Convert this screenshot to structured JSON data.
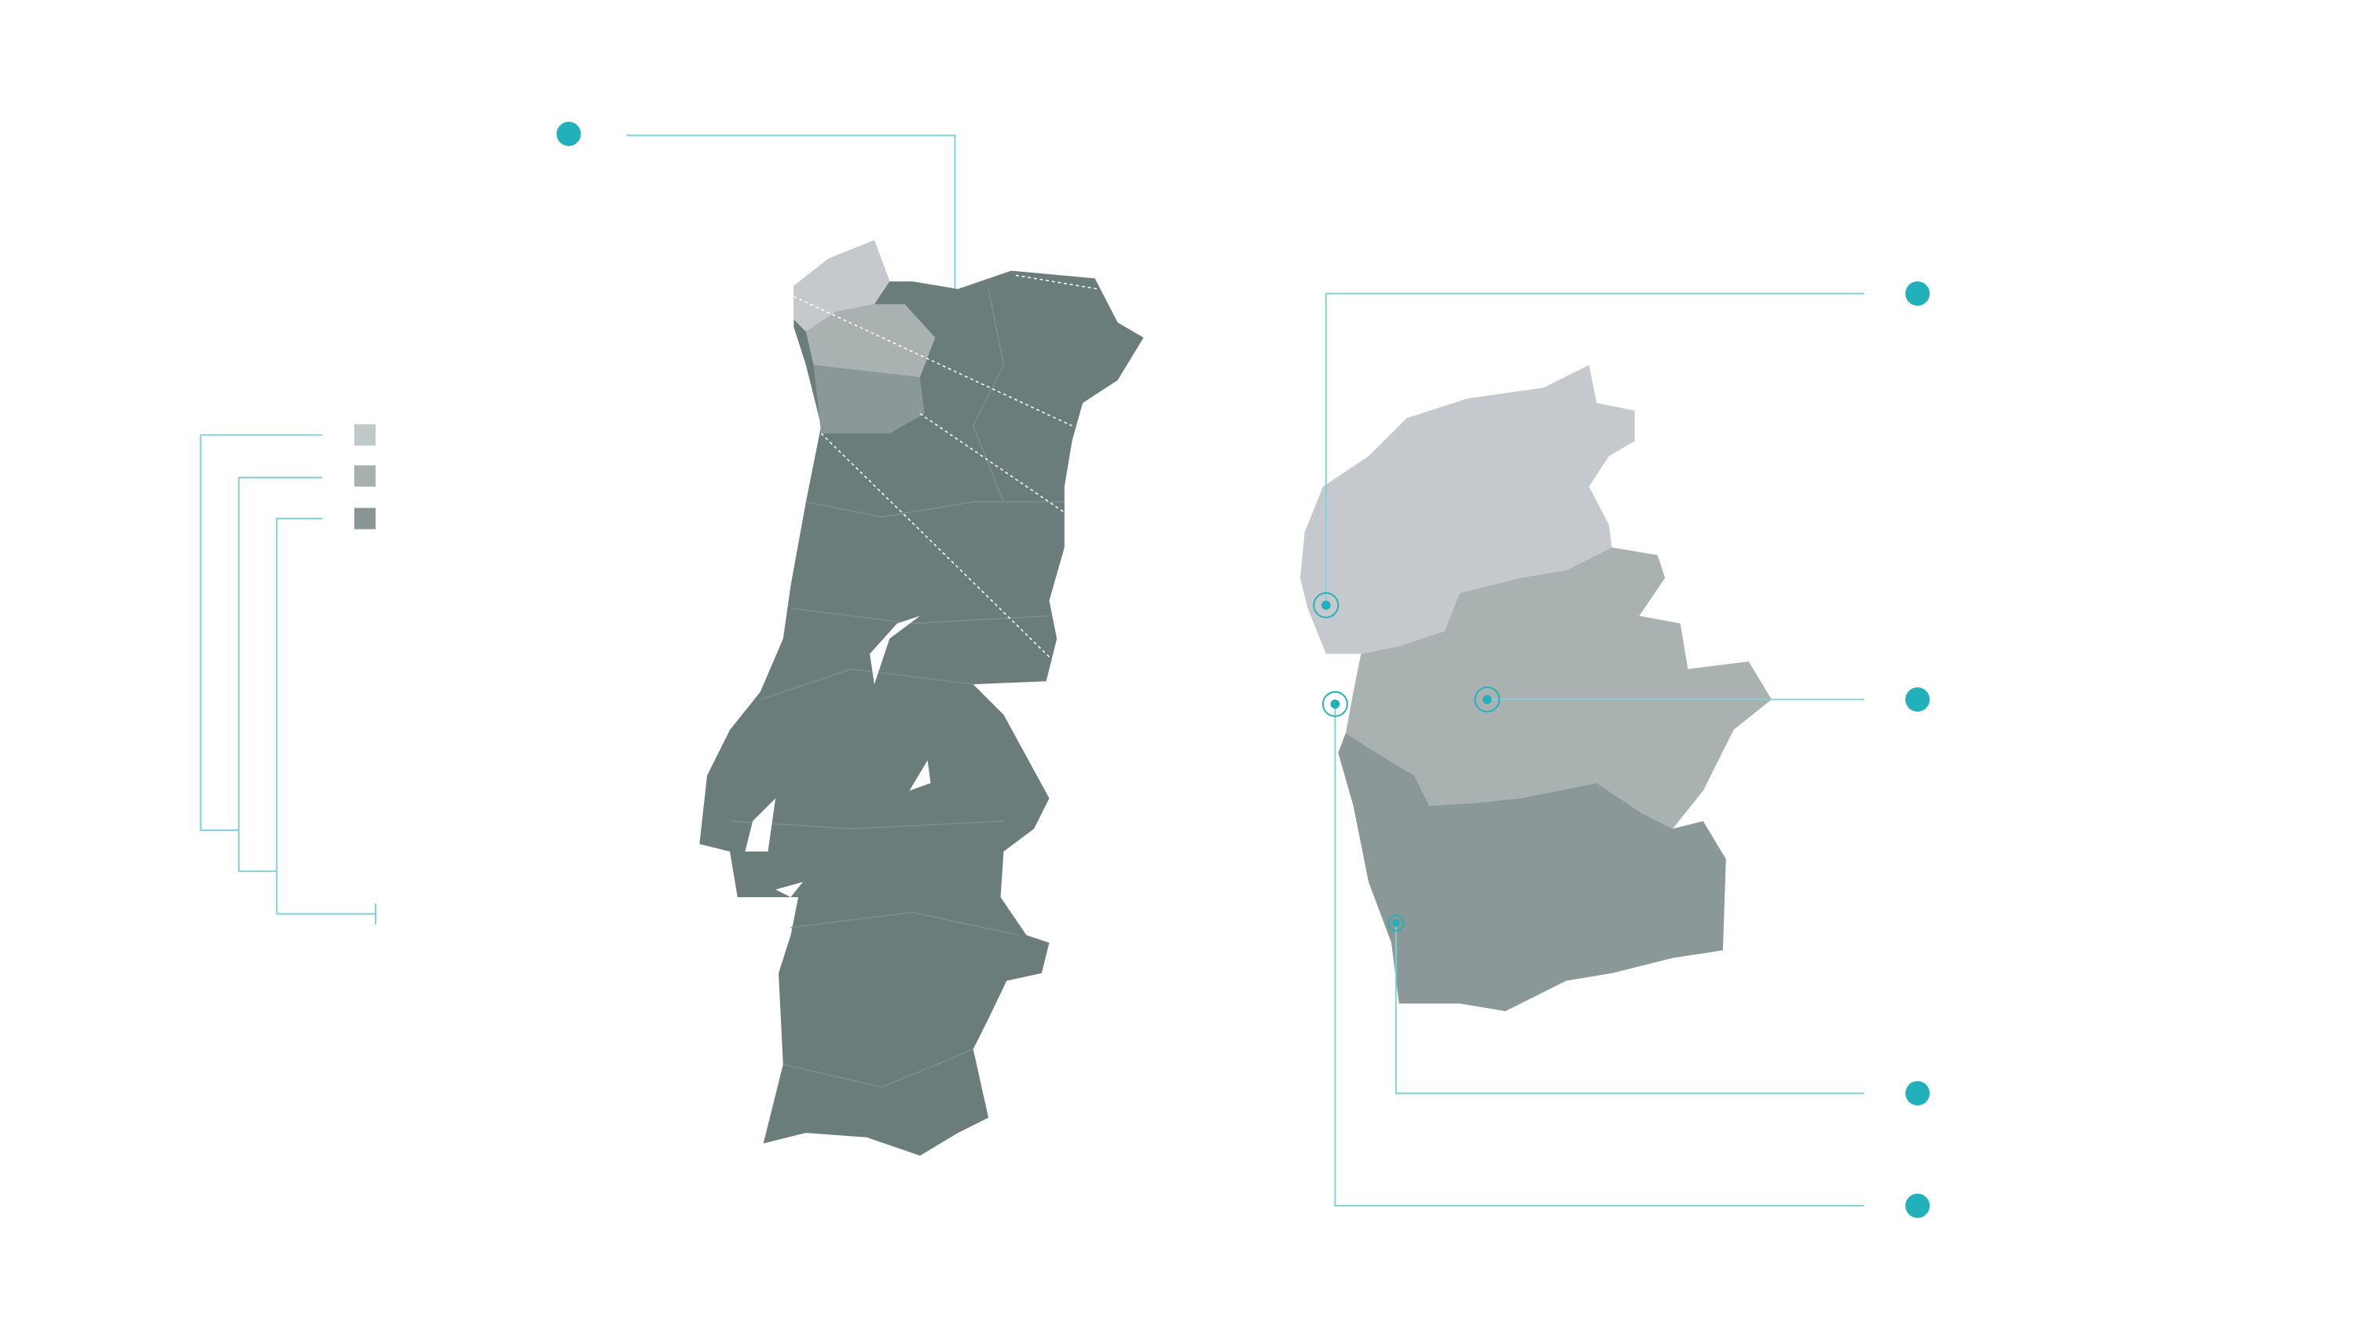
{
  "colors": {
    "background": "#ffffff",
    "accent_dot": "#22b0bb",
    "leader_line": "#7fd0d8",
    "region_base": "#6b7d7b",
    "region_light": "#c5c9cd",
    "region_mid": "#a9b1b1",
    "region_dark": "#8a9898"
  },
  "legend": {
    "swatches": [
      {
        "color": "#c0c9c9"
      },
      {
        "color": "#a7afaf"
      },
      {
        "color": "#899695"
      }
    ]
  },
  "markers": {
    "icon": "filled-circle-icon",
    "count": 5
  },
  "maps": {
    "overview": "portugal-map",
    "detail": "northern-region-detail-map"
  }
}
